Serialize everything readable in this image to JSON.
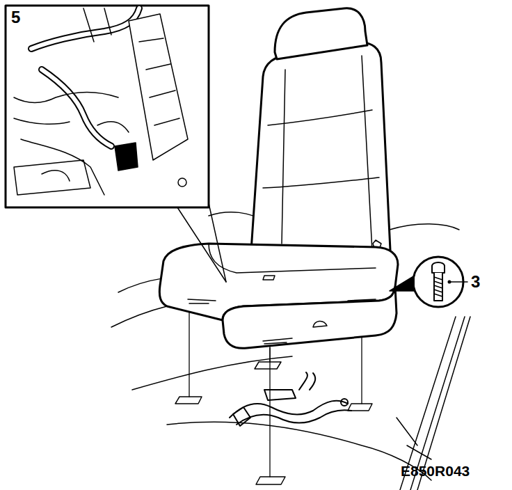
{
  "diagram": {
    "labels": [
      "5",
      "3",
      "E850R043"
    ]
  }
}
